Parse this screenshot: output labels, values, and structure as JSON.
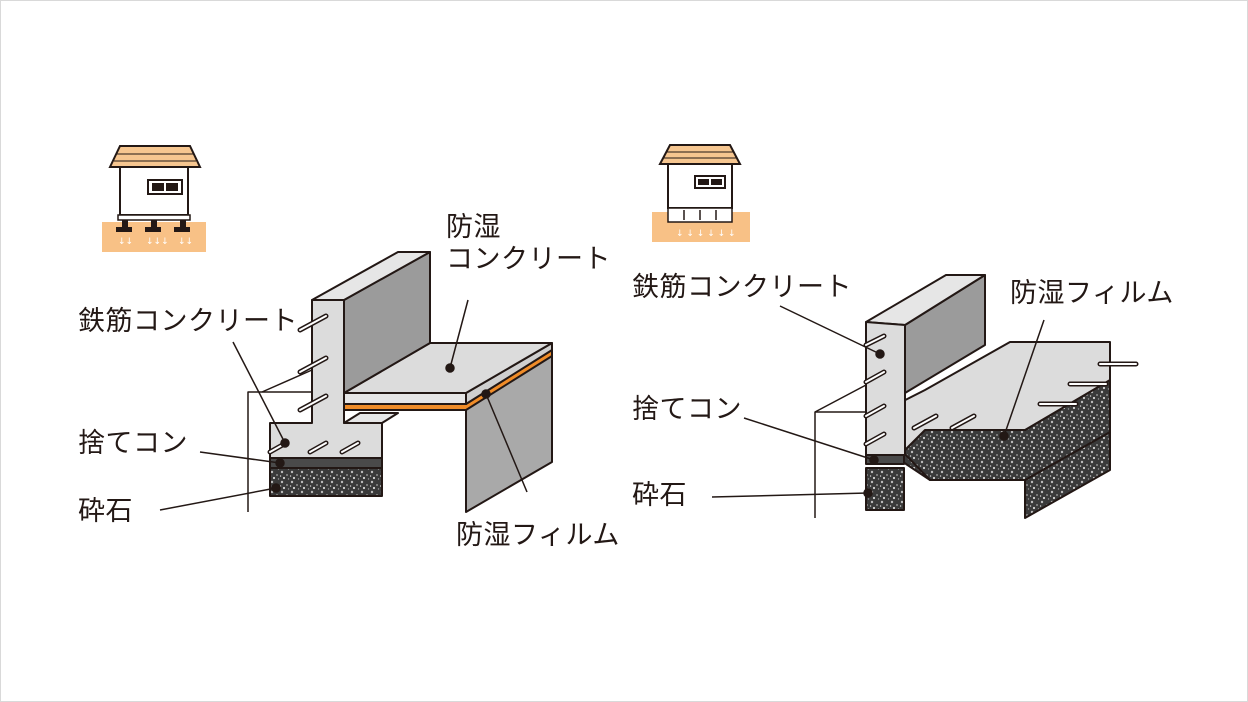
{
  "left_diagram": {
    "labels": {
      "moisture_proof_concrete_line1": "防湿",
      "moisture_proof_concrete_line2": "コンクリート",
      "reinforced_concrete": "鉄筋コンクリート",
      "leveling_concrete": "捨てコン",
      "crushed_stone": "砕石",
      "moisture_proof_film": "防湿フィルム"
    }
  },
  "right_diagram": {
    "labels": {
      "reinforced_concrete": "鉄筋コンクリート",
      "moisture_proof_film": "防湿フィルム",
      "leveling_concrete": "捨てコン",
      "crushed_stone": "砕石"
    }
  },
  "colors": {
    "roof": "#f6c690",
    "ground": "#f8c186",
    "film": "#f08c28",
    "concrete_light": "#dcdcdc",
    "concrete_dark": "#9b9b9b",
    "outline": "#231815"
  }
}
